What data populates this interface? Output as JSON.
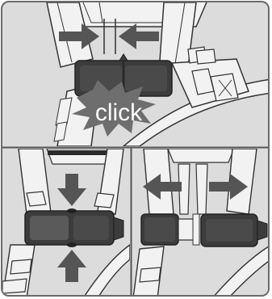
{
  "panels": [
    {
      "id": "top",
      "label": "click"
    },
    {
      "id": "bottom-left"
    },
    {
      "id": "bottom-right"
    }
  ],
  "colors": {
    "background": "#dcdcdc",
    "buckle": "#3c3c3c",
    "buckle_light": "#5a5a5a",
    "arrow": "#555555",
    "burst": "#6e6e6e",
    "burst_text": "#ffffff",
    "line": "#333333",
    "strap_fill": "#f2f2f2",
    "frame_border": "#6a6a6a"
  },
  "icons": [
    "arrow-left-icon",
    "arrow-right-icon",
    "arrow-down-icon",
    "arrow-up-icon",
    "click-burst-icon"
  ]
}
